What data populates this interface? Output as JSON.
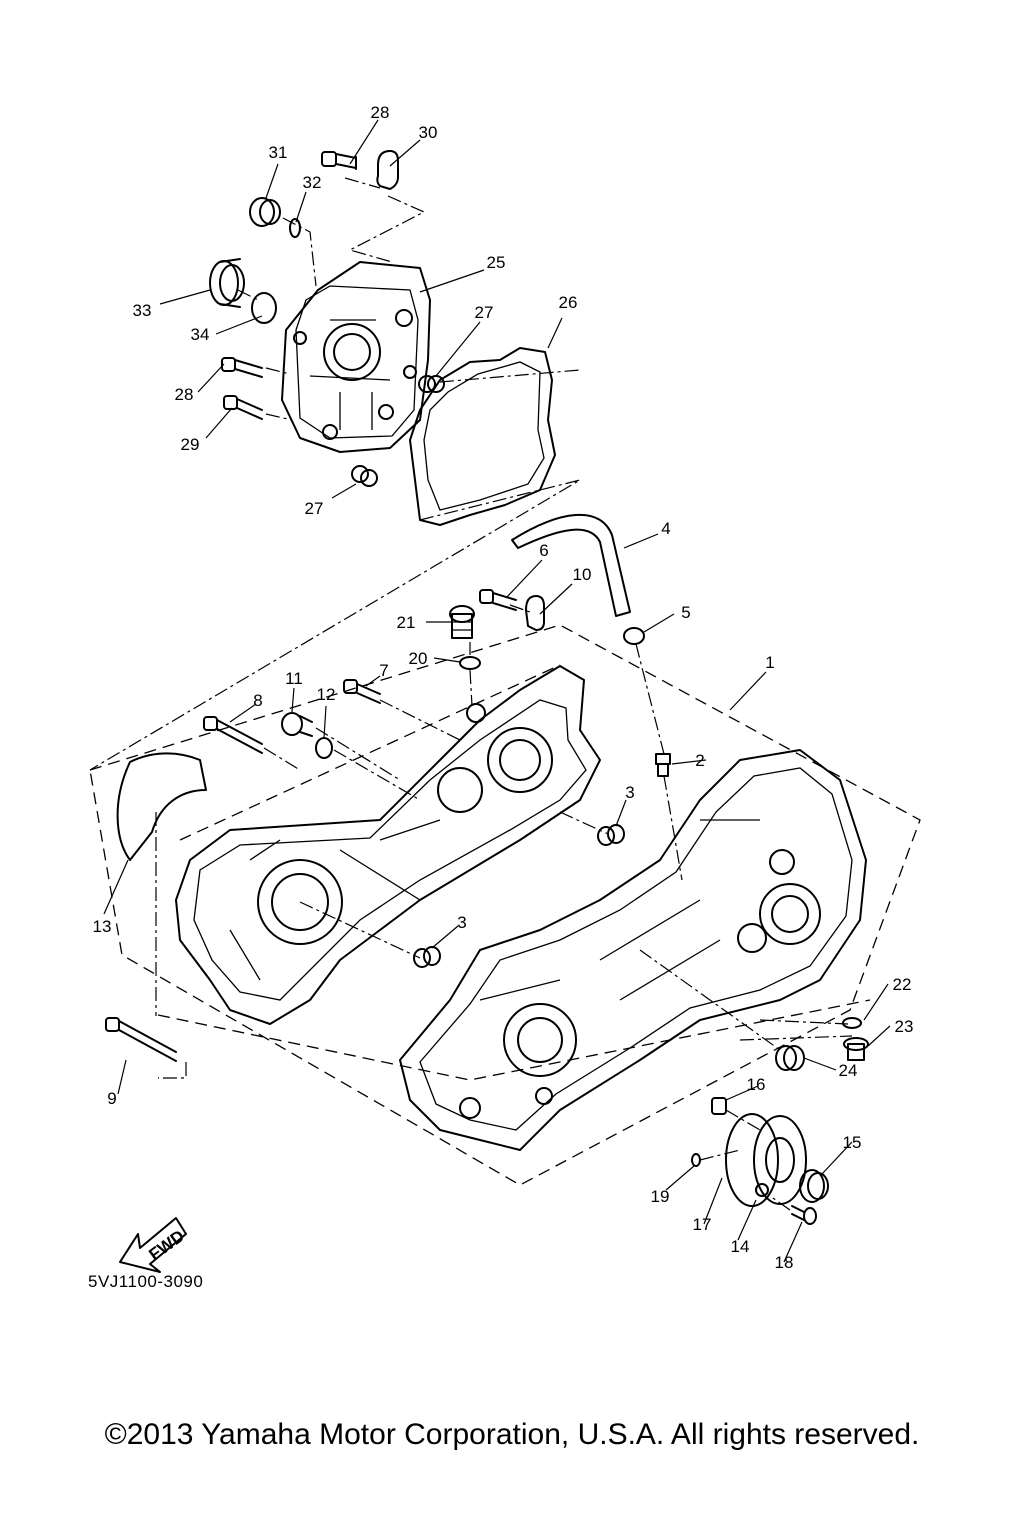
{
  "callouts": [
    {
      "id": "c28a",
      "label": "28"
    },
    {
      "id": "c30",
      "label": "30"
    },
    {
      "id": "c31",
      "label": "31"
    },
    {
      "id": "c32",
      "label": "32"
    },
    {
      "id": "c25",
      "label": "25"
    },
    {
      "id": "c26",
      "label": "26"
    },
    {
      "id": "c33",
      "label": "33"
    },
    {
      "id": "c27a",
      "label": "27"
    },
    {
      "id": "c34",
      "label": "34"
    },
    {
      "id": "c28b",
      "label": "28"
    },
    {
      "id": "c29",
      "label": "29"
    },
    {
      "id": "c27b",
      "label": "27"
    },
    {
      "id": "c4",
      "label": "4"
    },
    {
      "id": "c6",
      "label": "6"
    },
    {
      "id": "c10",
      "label": "10"
    },
    {
      "id": "c5",
      "label": "5"
    },
    {
      "id": "c21",
      "label": "21"
    },
    {
      "id": "c20",
      "label": "20"
    },
    {
      "id": "c1",
      "label": "1"
    },
    {
      "id": "c7",
      "label": "7"
    },
    {
      "id": "c11",
      "label": "11"
    },
    {
      "id": "c12",
      "label": "12"
    },
    {
      "id": "c8",
      "label": "8"
    },
    {
      "id": "c2",
      "label": "2"
    },
    {
      "id": "c3a",
      "label": "3"
    },
    {
      "id": "c13",
      "label": "13"
    },
    {
      "id": "c3b",
      "label": "3"
    },
    {
      "id": "c22",
      "label": "22"
    },
    {
      "id": "c23",
      "label": "23"
    },
    {
      "id": "c24",
      "label": "24"
    },
    {
      "id": "c9",
      "label": "9"
    },
    {
      "id": "c16",
      "label": "16"
    },
    {
      "id": "c15",
      "label": "15"
    },
    {
      "id": "c19",
      "label": "19"
    },
    {
      "id": "c17",
      "label": "17"
    },
    {
      "id": "c14",
      "label": "14"
    },
    {
      "id": "c18",
      "label": "18"
    }
  ],
  "fwd_label": "FWD",
  "diagram_code": "5VJ1100-3090",
  "copyright": "©2013 Yamaha Motor Corporation, U.S.A. All rights reserved."
}
